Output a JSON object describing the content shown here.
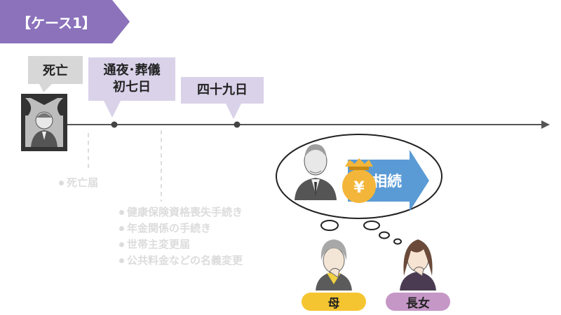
{
  "case_label": "【ケース1】",
  "events": {
    "death": "死亡",
    "wake_funeral": [
      "通夜･葬儀",
      "初七日"
    ],
    "forty_nine": "四十九日"
  },
  "procedures": {
    "death_notice": "死亡届",
    "after_funeral": [
      "健康保険資格喪失手続き",
      "年金関係の手続き",
      "世帯主変更届",
      "公共料金などの名義変更"
    ]
  },
  "thought": {
    "yen_symbol": "¥",
    "inherit_label": "相続"
  },
  "people": {
    "mother": "母",
    "daughter": "長女"
  },
  "colors": {
    "banner": "#8b72bb",
    "purple_label": "#d9d2e9",
    "gray_label": "#d7d7d7",
    "arrow_blue": "#5b9bd5",
    "mother_pill": "#f5c531",
    "daughter_pill": "#c597c6"
  }
}
